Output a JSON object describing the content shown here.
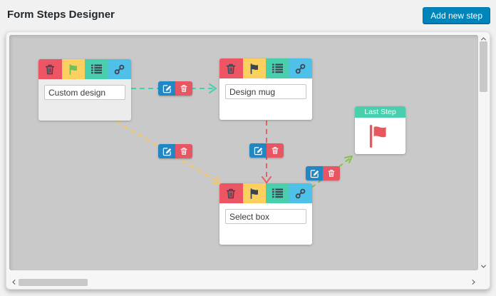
{
  "header": {
    "title": "Form Steps Designer",
    "add_step_button": "Add new step"
  },
  "steps": [
    {
      "name": "Custom design",
      "flag_active": true
    },
    {
      "name": "Design mug",
      "flag_active": false
    },
    {
      "name": "Select box",
      "flag_active": false
    }
  ],
  "last_step": {
    "label": "Last Step"
  },
  "connectors": [
    {
      "from": "Custom design",
      "to": "Design mug",
      "color": "#48cfad",
      "style": "dashed"
    },
    {
      "from": "Custom design",
      "to": "Select box",
      "color": "#fbc55a",
      "style": "dashed"
    },
    {
      "from": "Design mug",
      "to": "Select box",
      "color": "#e8605f",
      "style": "dashed"
    },
    {
      "from": "Select box",
      "to": "Last Step",
      "color": "#85c04e",
      "style": "dashed"
    }
  ],
  "icons": {
    "trash-icon": "trash can glyph",
    "flag-icon": "flag glyph",
    "list-icon": "list rows glyph",
    "link-icon": "chain link glyph",
    "edit-icon": "pencil-in-square glyph",
    "chevron-icons": "scrollbar arrow chevrons"
  },
  "colors": {
    "page_bg": "#f1f1f1",
    "panel_bg": "#f6f6f6",
    "canvas_bg": "#c9c9c9",
    "title_text": "#23282d",
    "add_button_bg": "#0085ba",
    "card_trash_bg": "#ed5565",
    "card_flag_bg": "#fcd05e",
    "card_list_bg": "#48cfad",
    "card_link_bg": "#4fc1e9",
    "toolbar_icon": "#3b4450",
    "active_flag_green": "#6fbf5a",
    "edit_button_bg": "#2086c4",
    "delete_button_bg": "#e65663",
    "last_step_header_bg": "#48cfad",
    "last_step_flag": "#e8575e"
  }
}
